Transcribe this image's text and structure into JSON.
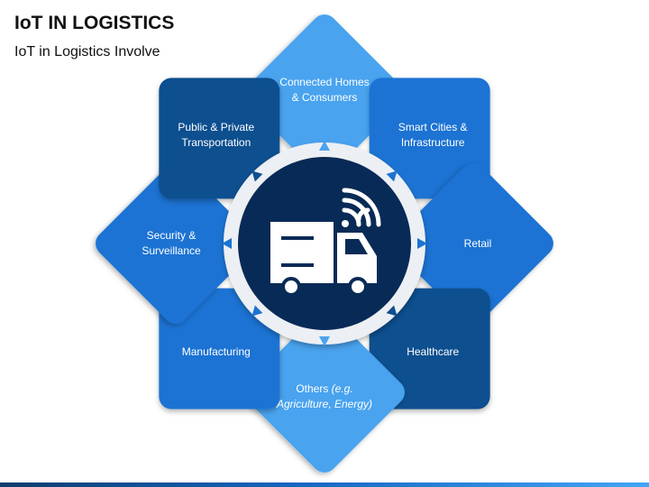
{
  "header": {
    "title": "IoT IN LOGISTICS",
    "subtitle": "IoT in Logistics Involve"
  },
  "center": {
    "icon": "delivery-truck-wifi-icon"
  },
  "colors": {
    "dark": "#0d4f8f",
    "medium": "#1b73d3",
    "light": "#4aa3ef",
    "center_fill": "#082a56",
    "ring": "#eceff3"
  },
  "items": [
    {
      "label": "Connected Homes & Consumers",
      "shade": "light"
    },
    {
      "label": "Smart Cities & Infrastructure",
      "shade": "medium"
    },
    {
      "label": "Retail",
      "shade": "medium"
    },
    {
      "label": "Healthcare",
      "shade": "dark"
    },
    {
      "label": "Others",
      "label_italic": "(e.g. Agriculture, Energy)",
      "shade": "light"
    },
    {
      "label": "Manufacturing",
      "shade": "medium"
    },
    {
      "label": "Security & Surveillance",
      "shade": "medium"
    },
    {
      "label": "Public & Private Transportation",
      "shade": "dark"
    }
  ]
}
